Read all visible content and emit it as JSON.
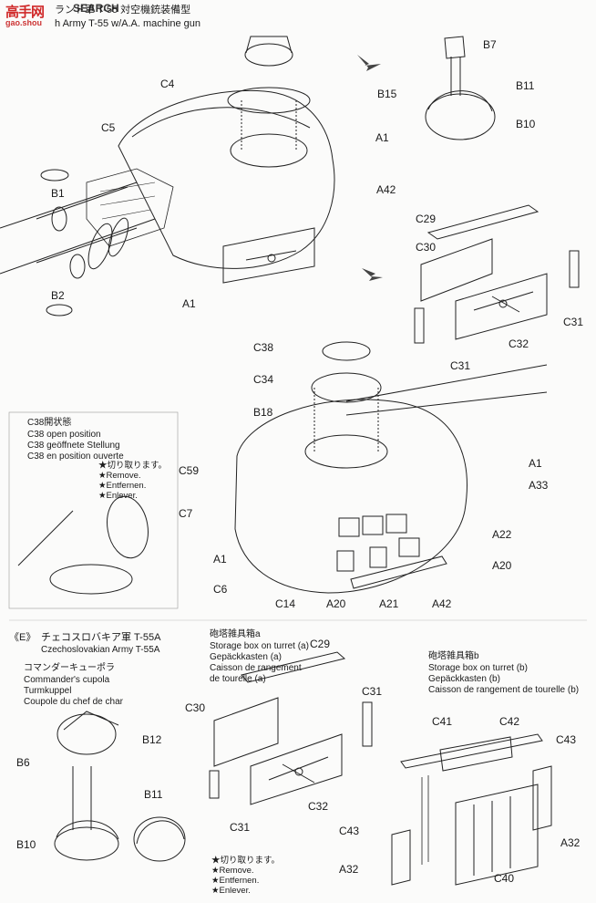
{
  "watermark": {
    "logo": "高手网",
    "search": "SEARCH",
    "site": "gao.shou"
  },
  "header": {
    "title_ja": "ランド軍 T-55 対空機銃装備型",
    "title_en": "h Army T-55 w/A.A. machine gun"
  },
  "labels": {
    "c4": "C4",
    "b15": "B15",
    "c5": "C5",
    "a1_top": "A1",
    "b1": "B1",
    "a42_top": "A42",
    "b2": "B2",
    "a1_left": "A1",
    "b7": "B7",
    "b11_top": "B11",
    "b10_top": "B10",
    "c29_top": "C29",
    "c30_top": "C30",
    "c31_right": "C31",
    "c32_top": "C32",
    "c31_bottom": "C31",
    "c38": "C38",
    "c34": "C34",
    "b18": "B18",
    "c59": "C59",
    "c7": "C7",
    "a1_mid_right": "A1",
    "a33": "A33",
    "a22": "A22",
    "a20_right": "A20",
    "a1_mid_left": "A1",
    "c6": "C6",
    "c14": "C14",
    "a20_bottom": "A20",
    "a21": "A21",
    "a42_bottom": "A42",
    "b12": "B12",
    "b6": "B6",
    "b11_bottom": "B11",
    "b10_bottom": "B10",
    "c29_bottom": "C29",
    "c30_bottom": "C30",
    "c31_b1": "C31",
    "c32_bottom": "C32",
    "c31_b2": "C31",
    "c41": "C41",
    "c42": "C42",
    "c43_top": "C43",
    "c43_left": "C43",
    "a32_right": "A32",
    "a32_left": "A32",
    "c40": "C40"
  },
  "c38_note": {
    "ja": "C38開状態",
    "en": "C38 open position",
    "de": "C38 geöffnete Stellung",
    "fr": "C38 en position ouverte"
  },
  "remove_note": {
    "ja": "★切り取ります。",
    "en": "★Remove.",
    "de": "★Entfernen.",
    "fr": "★Enlever."
  },
  "section_e": {
    "marker": "《E》",
    "title_ja": "チェコスロバキア軍 T-55A",
    "title_en": "Czechoslovakian Army T-55A"
  },
  "cupola": {
    "ja": "コマンダーキューポラ",
    "en": "Commander's cupola",
    "de": "Turmkuppel",
    "fr": "Coupole du chef de char"
  },
  "storage_a": {
    "ja": "砲塔雑具箱a",
    "en": "Storage box on turret (a)",
    "de": "Gepäckkasten (a)",
    "fr1": "Caisson de rangement",
    "fr2": "de tourelle (a)"
  },
  "storage_b": {
    "ja": "砲塔雑具箱b",
    "en": "Storage box on turret (b)",
    "de": "Gepäckkasten (b)",
    "fr": "Caisson de rangement de tourelle (b)"
  }
}
